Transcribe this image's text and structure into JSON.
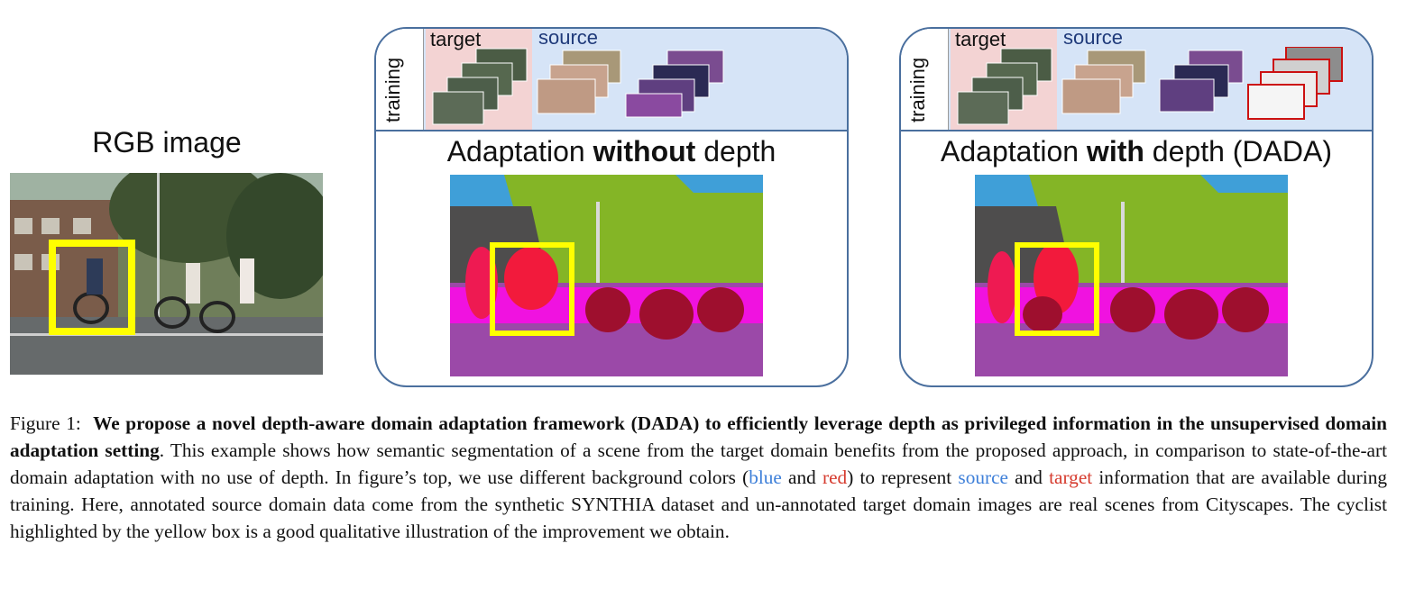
{
  "rgb": {
    "title": "RGB image"
  },
  "panels": {
    "left": {
      "training_label": "training",
      "target_label": "target",
      "source_label": "source",
      "heading_pre": "Adaptation ",
      "heading_bold": "without",
      "heading_post": " depth"
    },
    "right": {
      "training_label": "training",
      "target_label": "target",
      "source_label": "source",
      "heading_pre": "Adaptation ",
      "heading_bold": "with",
      "heading_post": " depth (DADA)"
    }
  },
  "caption": {
    "figure_label": "Figure 1:",
    "bold_text": "We propose a novel depth-aware domain adaptation framework (DADA) to efficiently leverage depth as privileged information in the unsupervised domain adaptation setting",
    "text_1": ". This example shows how semantic segmentation of a scene from the target domain benefits from the proposed approach, in comparison to state-of-the-art domain adaptation with no use of depth. In figure’s top, we use different background colors (",
    "word_blue": "blue",
    "text_and": " and ",
    "word_red": "red",
    "text_2": ") to represent ",
    "word_source": "source",
    "text_and2": " and ",
    "word_target": "target",
    "text_3": " information that are available during training. Here, annotated source domain data come from the synthetic SYNTHIA dataset and un-annotated target domain images are real scenes from Cityscapes. The cyclist highlighted by the yellow box is a good qualitative illustration of the improvement we obtain."
  },
  "colors": {
    "panel_border": "#4a6f9e",
    "source_bg": "#d6e4f7",
    "target_bg": "#f3d3d3",
    "highlight_box": "#ffff00",
    "blue_word": "#3d7fd9",
    "red_word": "#d63b2e"
  }
}
